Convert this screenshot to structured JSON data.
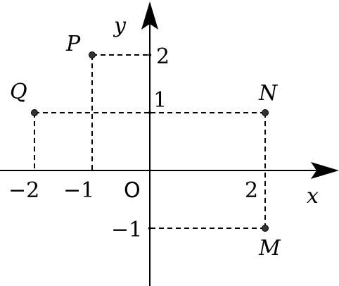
{
  "axes": {
    "x_label": "x",
    "y_label": "y",
    "origin_label": "O"
  },
  "ticks": {
    "x": [
      {
        "value": -2,
        "label": "−2"
      },
      {
        "value": -1,
        "label": "−1"
      },
      {
        "value": 2,
        "label": "2"
      }
    ],
    "y": [
      {
        "value": 1,
        "label": "1"
      },
      {
        "value": 2,
        "label": "2"
      },
      {
        "value": -1,
        "label": "−1"
      }
    ]
  },
  "points": [
    {
      "name": "P",
      "x": -1,
      "y": 2
    },
    {
      "name": "Q",
      "x": -2,
      "y": 1
    },
    {
      "name": "N",
      "x": 2,
      "y": 1
    },
    {
      "name": "M",
      "x": 2,
      "y": -1
    }
  ],
  "colors": {
    "stroke": "#000000",
    "point": "#333333"
  }
}
